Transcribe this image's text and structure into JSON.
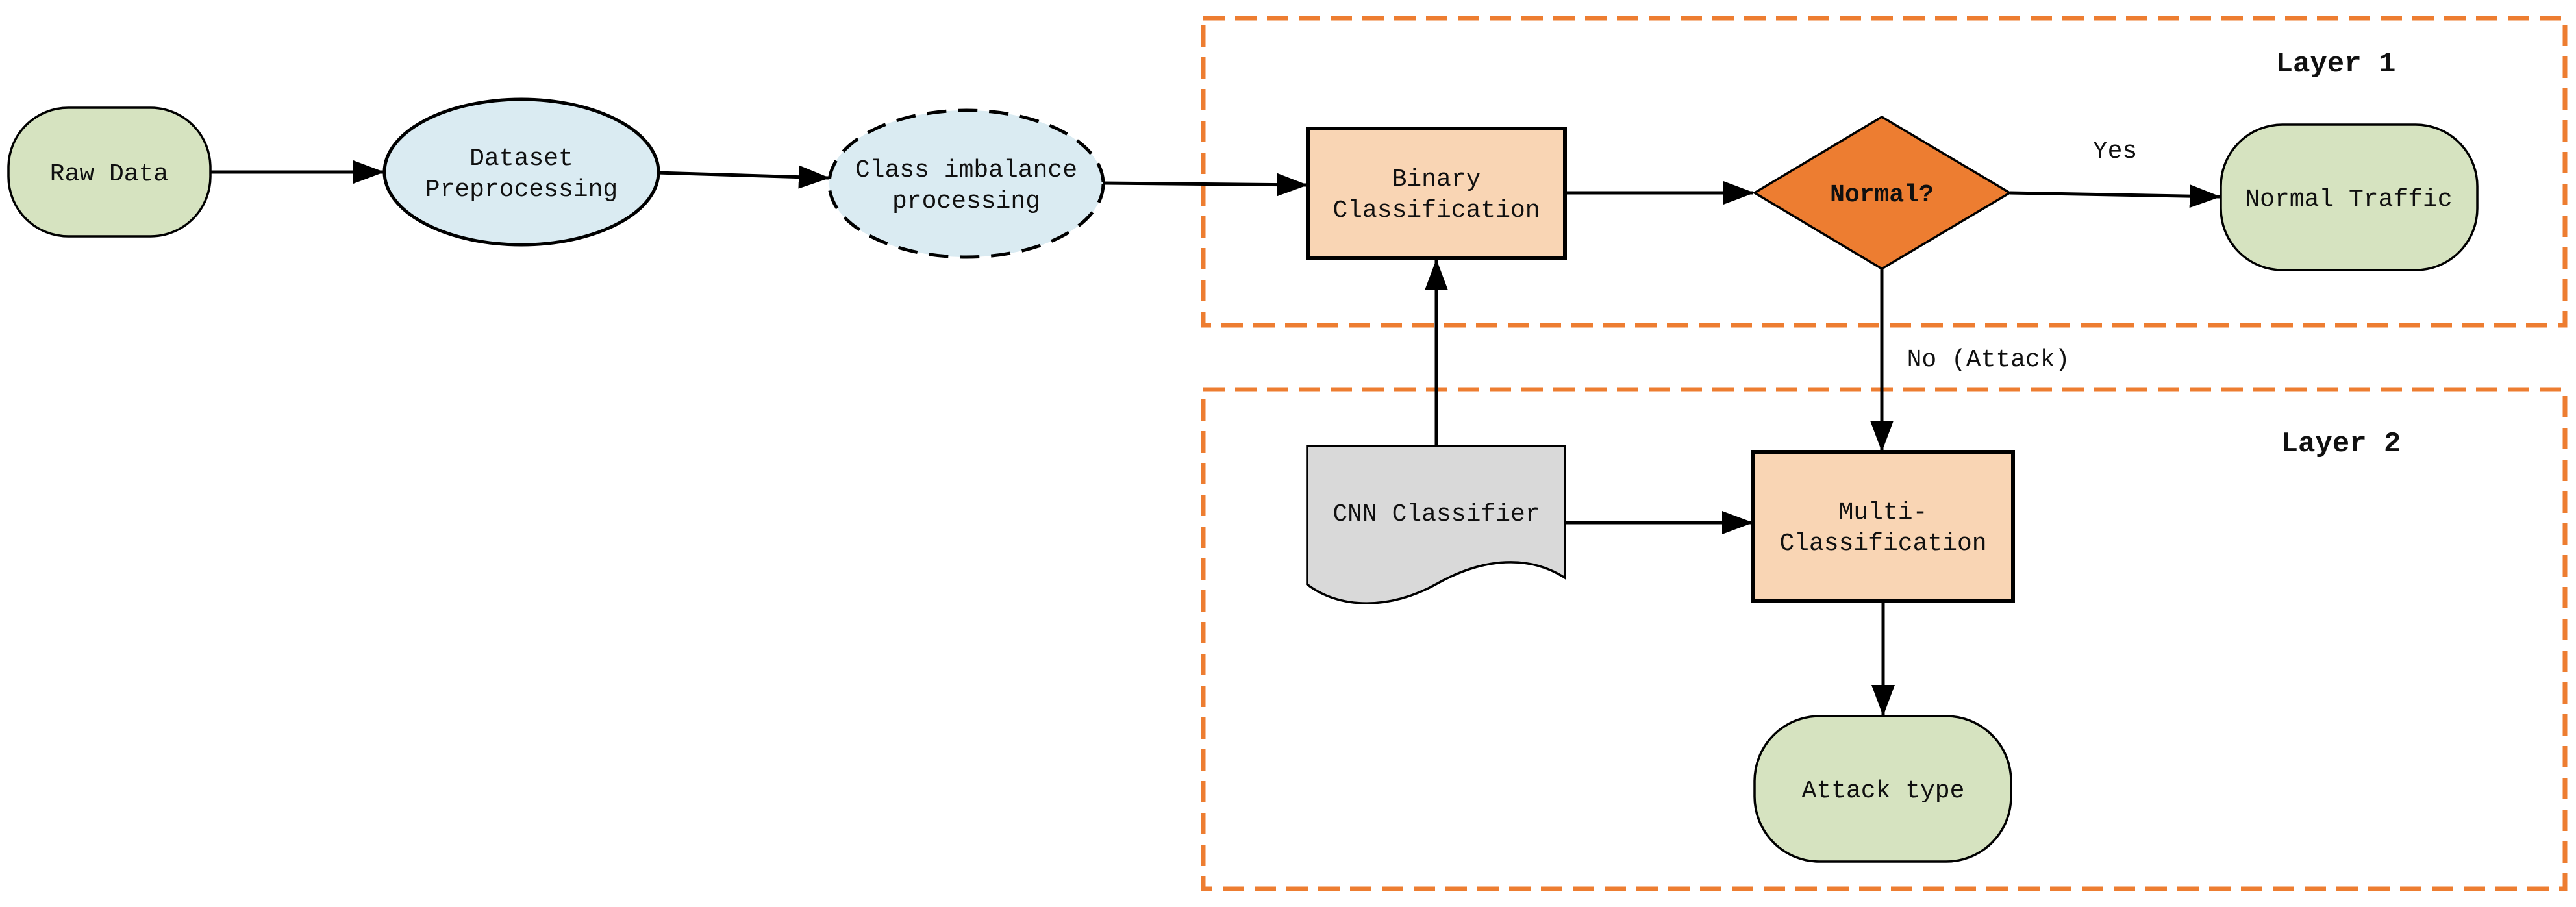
{
  "diagram": {
    "nodes": {
      "raw_data": {
        "label": "Raw Data"
      },
      "dataset_preprocessing": {
        "lines": [
          "Dataset",
          "Preprocessing"
        ]
      },
      "class_imbalance_processing": {
        "lines": [
          "Class imbalance",
          "processing"
        ]
      },
      "binary_classification": {
        "lines": [
          "Binary",
          "Classification"
        ]
      },
      "normal_decision": {
        "label": "Normal?"
      },
      "normal_traffic": {
        "label": "Normal Traffic"
      },
      "cnn_classifier": {
        "label": "CNN Classifier"
      },
      "multi_classification": {
        "lines": [
          "Multi-",
          "Classification"
        ]
      },
      "attack_type": {
        "label": "Attack type"
      }
    },
    "edge_labels": {
      "yes": "Yes",
      "no_attack": "No (Attack)"
    },
    "layers": {
      "layer1": "Layer 1",
      "layer2": "Layer 2"
    },
    "colors": {
      "terminal_fill": "#d6e3c0",
      "process_fill": "#daebf2",
      "classify_fill": "#f9d5b4",
      "decision_fill": "#ed7d31",
      "document_fill": "#d9d9d9",
      "layer_border": "#ed7d31",
      "line": "#000000"
    }
  }
}
